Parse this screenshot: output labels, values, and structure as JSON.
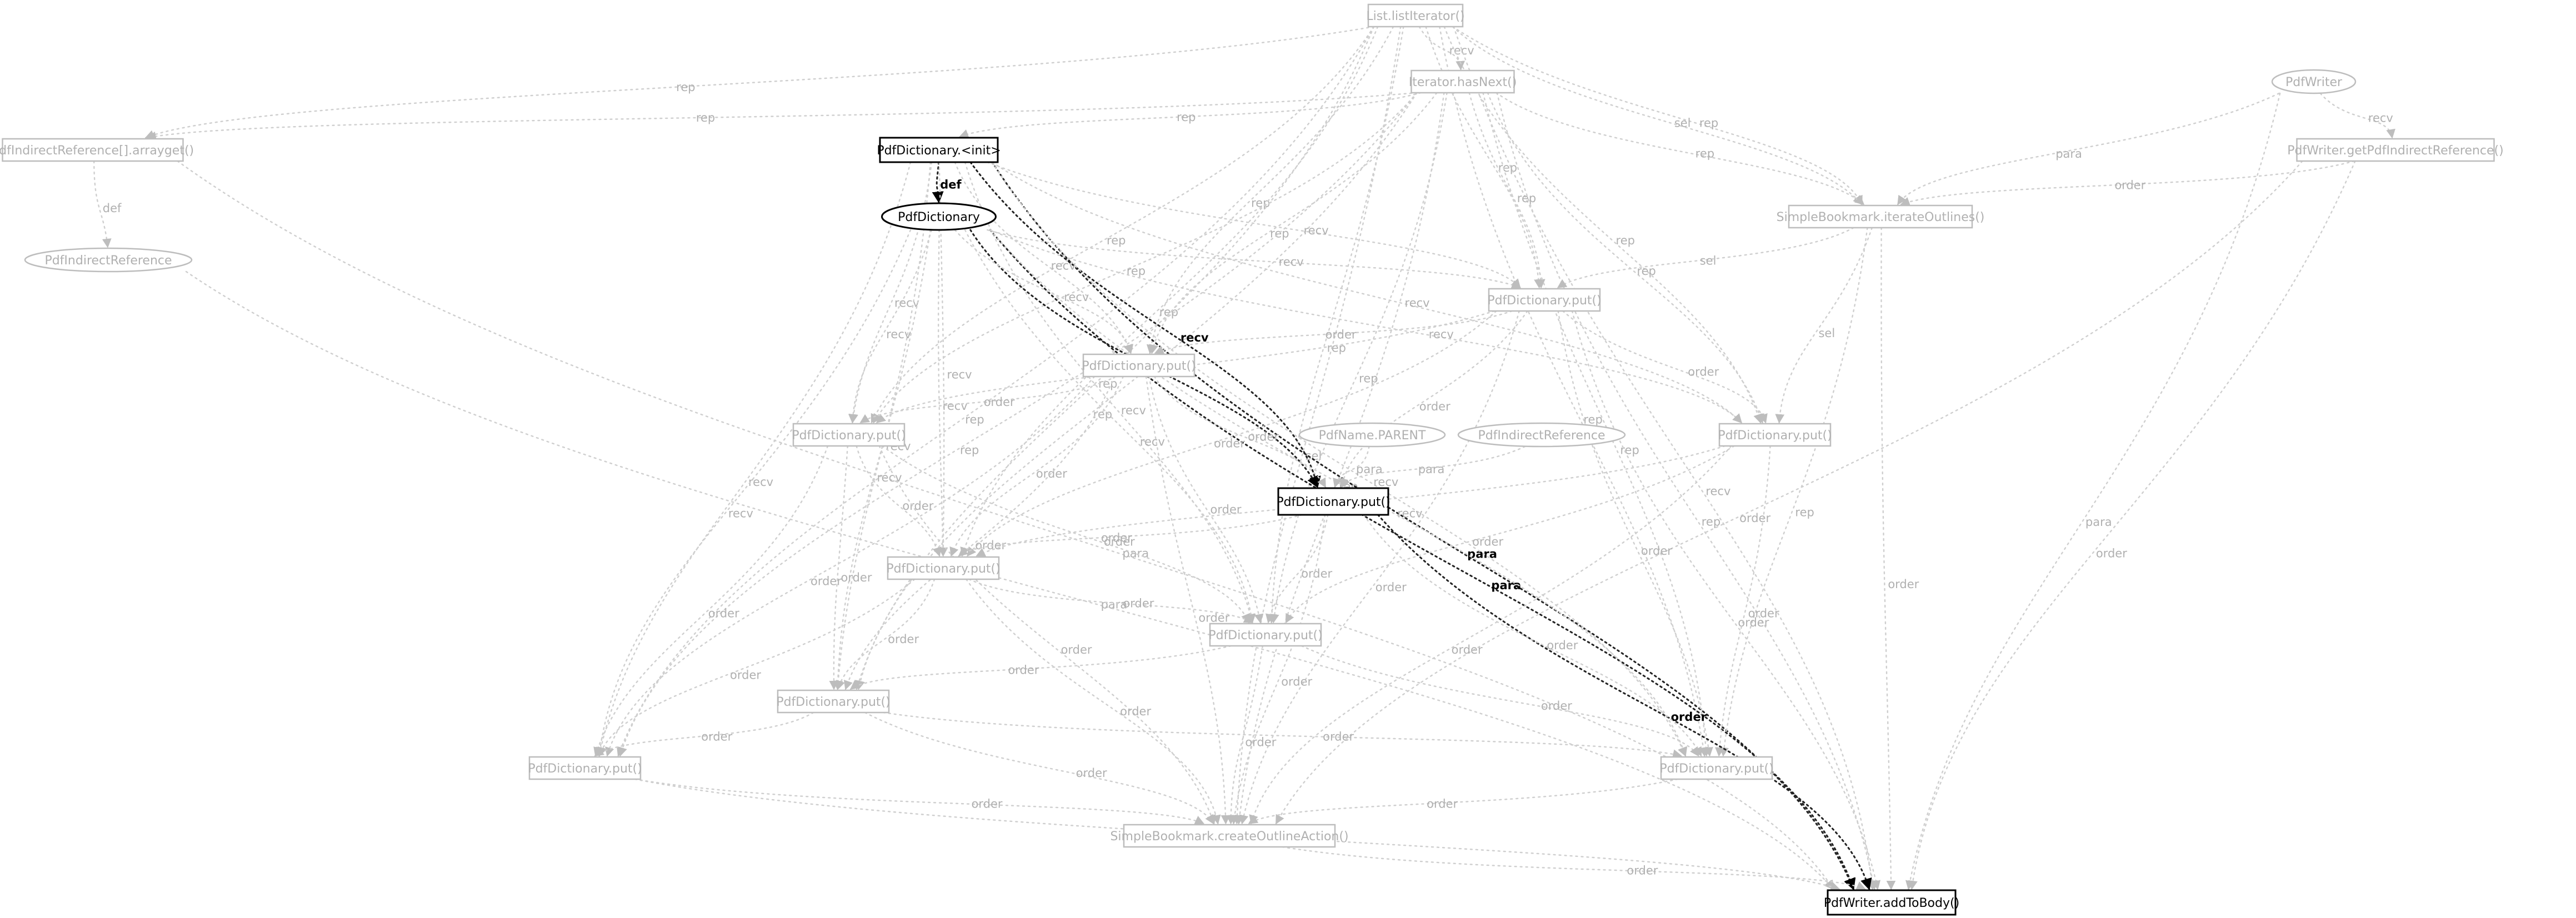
{
  "nodes": [
    {
      "id": "listIter",
      "label": "List.listIterator()",
      "shape": "box"
    },
    {
      "id": "iterHasNext",
      "label": "Iterator.hasNext()",
      "shape": "box"
    },
    {
      "id": "pdfWriter",
      "label": "PdfWriter",
      "shape": "ellipse"
    },
    {
      "id": "pirArray",
      "label": "PdfIndirectReference[].arrayget()",
      "shape": "box"
    },
    {
      "id": "pdInit",
      "label": "PdfDictionary.<init>",
      "shape": "box",
      "highlight": true
    },
    {
      "id": "getPIR",
      "label": "PdfWriter.getPdfIndirectReference()",
      "shape": "box"
    },
    {
      "id": "pirEllipse1",
      "label": "PdfIndirectReference",
      "shape": "ellipse"
    },
    {
      "id": "pdEllipse",
      "label": "PdfDictionary",
      "shape": "ellipse",
      "highlight": true
    },
    {
      "id": "sbIterate",
      "label": "SimpleBookmark.iterateOutlines()",
      "shape": "box"
    },
    {
      "id": "put1",
      "label": "PdfDictionary.put()",
      "shape": "box"
    },
    {
      "id": "put2",
      "label": "PdfDictionary.put()",
      "shape": "box"
    },
    {
      "id": "put3",
      "label": "PdfDictionary.put()",
      "shape": "box"
    },
    {
      "id": "put4",
      "label": "PdfDictionary.put()",
      "shape": "box"
    },
    {
      "id": "nameParent",
      "label": "PdfName.PARENT",
      "shape": "ellipse"
    },
    {
      "id": "pirEllipse2",
      "label": "PdfIndirectReference",
      "shape": "ellipse"
    },
    {
      "id": "putMain",
      "label": "PdfDictionary.put()",
      "shape": "box",
      "highlight": true
    },
    {
      "id": "put5",
      "label": "PdfDictionary.put()",
      "shape": "box"
    },
    {
      "id": "put6",
      "label": "PdfDictionary.put()",
      "shape": "box"
    },
    {
      "id": "put7",
      "label": "PdfDictionary.put()",
      "shape": "box"
    },
    {
      "id": "put8",
      "label": "PdfDictionary.put()",
      "shape": "box"
    },
    {
      "id": "put9",
      "label": "PdfDictionary.put()",
      "shape": "box"
    },
    {
      "id": "sbCreate",
      "label": "SimpleBookmark.createOutlineAction()",
      "shape": "box"
    },
    {
      "id": "addToBody",
      "label": "PdfWriter.addToBody()",
      "shape": "box",
      "highlight": true
    }
  ],
  "edges": [
    {
      "from": "listIter",
      "to": "iterHasNext",
      "label": "recv"
    },
    {
      "from": "listIter",
      "to": "pirArray",
      "label": "rep"
    },
    {
      "from": "listIter",
      "to": "sbIterate",
      "label": "rep"
    },
    {
      "from": "listIter",
      "to": "sbIterate",
      "label": "sel"
    },
    {
      "from": "listIter",
      "to": "put1",
      "label": "rep"
    },
    {
      "from": "listIter",
      "to": "put2",
      "label": "rep"
    },
    {
      "from": "listIter",
      "to": "put3",
      "label": "rep"
    },
    {
      "from": "listIter",
      "to": "put4",
      "label": "rep"
    },
    {
      "from": "listIter",
      "to": "put5",
      "label": "rep"
    },
    {
      "from": "listIter",
      "to": "put6",
      "label": "rep"
    },
    {
      "from": "listIter",
      "to": "put7",
      "label": "rep"
    },
    {
      "from": "listIter",
      "to": "put8",
      "label": "rep"
    },
    {
      "from": "listIter",
      "to": "put9",
      "label": "rep"
    },
    {
      "from": "listIter",
      "to": "sbCreate",
      "label": "sel"
    },
    {
      "from": "listIter",
      "to": "addToBody",
      "label": "recv"
    },
    {
      "from": "iterHasNext",
      "to": "pirArray",
      "label": "rep"
    },
    {
      "from": "iterHasNext",
      "to": "pdInit",
      "label": "rep"
    },
    {
      "from": "iterHasNext",
      "to": "sbIterate",
      "label": "rep"
    },
    {
      "from": "iterHasNext",
      "to": "put1",
      "label": "rep"
    },
    {
      "from": "iterHasNext",
      "to": "put2",
      "label": "rep"
    },
    {
      "from": "iterHasNext",
      "to": "put3",
      "label": "rep"
    },
    {
      "from": "iterHasNext",
      "to": "put4",
      "label": "rep"
    },
    {
      "from": "iterHasNext",
      "to": "put6",
      "label": "rep"
    },
    {
      "from": "iterHasNext",
      "to": "put7",
      "label": "rep"
    },
    {
      "from": "iterHasNext",
      "to": "put8",
      "label": "rep"
    },
    {
      "from": "iterHasNext",
      "to": "put9",
      "label": "rep"
    },
    {
      "from": "iterHasNext",
      "to": "sbCreate",
      "label": "rep"
    },
    {
      "from": "iterHasNext",
      "to": "addToBody",
      "label": "rep"
    },
    {
      "from": "pdfWriter",
      "to": "getPIR",
      "label": "recv"
    },
    {
      "from": "pdfWriter",
      "to": "sbIterate",
      "label": "para"
    },
    {
      "from": "pdfWriter",
      "to": "addToBody",
      "label": "para"
    },
    {
      "from": "pirArray",
      "to": "pirEllipse1",
      "label": "def"
    },
    {
      "from": "pirArray",
      "to": "addToBody",
      "label": "para"
    },
    {
      "from": "pirEllipse1",
      "to": "addToBody",
      "label": "para"
    },
    {
      "from": "getPIR",
      "to": "sbIterate",
      "label": "order"
    },
    {
      "from": "getPIR",
      "to": "addToBody",
      "label": "order"
    },
    {
      "from": "getPIR",
      "to": "sbCreate",
      "label": "order"
    },
    {
      "from": "pdInit",
      "to": "pdEllipse",
      "label": "def",
      "highlight": true
    },
    {
      "from": "pdInit",
      "to": "putMain",
      "label": "recv",
      "highlight": true
    },
    {
      "from": "pdInit",
      "to": "addToBody",
      "label": "para",
      "highlight": true
    },
    {
      "from": "pdInit",
      "to": "put1",
      "label": "recv"
    },
    {
      "from": "pdInit",
      "to": "put2",
      "label": "recv"
    },
    {
      "from": "pdInit",
      "to": "put3",
      "label": "recv"
    },
    {
      "from": "pdInit",
      "to": "put4",
      "label": "recv"
    },
    {
      "from": "pdInit",
      "to": "put5",
      "label": "recv"
    },
    {
      "from": "pdInit",
      "to": "put6",
      "label": "recv"
    },
    {
      "from": "pdInit",
      "to": "put7",
      "label": "recv"
    },
    {
      "from": "pdInit",
      "to": "put8",
      "label": "recv"
    },
    {
      "from": "pdInit",
      "to": "put9",
      "label": "recv"
    },
    {
      "from": "pdEllipse",
      "to": "putMain",
      "label": "recv",
      "highlight": true
    },
    {
      "from": "pdEllipse",
      "to": "addToBody",
      "label": "para",
      "highlight": true
    },
    {
      "from": "pdEllipse",
      "to": "put1",
      "label": "recv"
    },
    {
      "from": "pdEllipse",
      "to": "put2",
      "label": "recv"
    },
    {
      "from": "pdEllipse",
      "to": "put3",
      "label": "recv"
    },
    {
      "from": "pdEllipse",
      "to": "put4",
      "label": "recv"
    },
    {
      "from": "pdEllipse",
      "to": "put5",
      "label": "recv"
    },
    {
      "from": "pdEllipse",
      "to": "put6",
      "label": "recv"
    },
    {
      "from": "pdEllipse",
      "to": "put7",
      "label": "recv"
    },
    {
      "from": "pdEllipse",
      "to": "put8",
      "label": "recv"
    },
    {
      "from": "pdEllipse",
      "to": "put9",
      "label": "recv"
    },
    {
      "from": "sbIterate",
      "to": "put1",
      "label": "sel"
    },
    {
      "from": "sbIterate",
      "to": "put4",
      "label": "sel"
    },
    {
      "from": "sbIterate",
      "to": "put8",
      "label": "rep"
    },
    {
      "from": "sbIterate",
      "to": "addToBody",
      "label": "order"
    },
    {
      "from": "put1",
      "to": "put2",
      "label": "order"
    },
    {
      "from": "put1",
      "to": "put3",
      "label": "order"
    },
    {
      "from": "put1",
      "to": "put4",
      "label": "order"
    },
    {
      "from": "put1",
      "to": "putMain",
      "label": "order"
    },
    {
      "from": "put1",
      "to": "put5",
      "label": "order"
    },
    {
      "from": "put1",
      "to": "put8",
      "label": "order"
    },
    {
      "from": "put1",
      "to": "sbCreate",
      "label": "order"
    },
    {
      "from": "put1",
      "to": "addToBody",
      "label": "order"
    },
    {
      "from": "put2",
      "to": "put3",
      "label": "order"
    },
    {
      "from": "put2",
      "to": "putMain",
      "label": "order"
    },
    {
      "from": "put2",
      "to": "put5",
      "label": "order"
    },
    {
      "from": "put2",
      "to": "put6",
      "label": "order"
    },
    {
      "from": "put2",
      "to": "put7",
      "label": "order"
    },
    {
      "from": "put2",
      "to": "put9",
      "label": "order"
    },
    {
      "from": "put2",
      "to": "sbCreate",
      "label": "order"
    },
    {
      "from": "put3",
      "to": "put5",
      "label": "order"
    },
    {
      "from": "put3",
      "to": "put6",
      "label": "order"
    },
    {
      "from": "put3",
      "to": "put7",
      "label": "order"
    },
    {
      "from": "put3",
      "to": "put9",
      "label": "order"
    },
    {
      "from": "put3",
      "to": "sbCreate",
      "label": "order"
    },
    {
      "from": "put4",
      "to": "put5",
      "label": "order"
    },
    {
      "from": "put4",
      "to": "put6",
      "label": "order"
    },
    {
      "from": "put4",
      "to": "put8",
      "label": "order"
    },
    {
      "from": "put4",
      "to": "sbCreate",
      "label": "order"
    },
    {
      "from": "nameParent",
      "to": "putMain",
      "label": "para"
    },
    {
      "from": "pirEllipse2",
      "to": "putMain",
      "label": "para"
    },
    {
      "from": "putMain",
      "to": "addToBody",
      "label": "order",
      "highlight": true
    },
    {
      "from": "putMain",
      "to": "put5",
      "label": "order"
    },
    {
      "from": "putMain",
      "to": "put6",
      "label": "order"
    },
    {
      "from": "putMain",
      "to": "put8",
      "label": "order"
    },
    {
      "from": "putMain",
      "to": "sbCreate",
      "label": "order"
    },
    {
      "from": "put5",
      "to": "put6",
      "label": "order"
    },
    {
      "from": "put5",
      "to": "put7",
      "label": "order"
    },
    {
      "from": "put5",
      "to": "put9",
      "label": "order"
    },
    {
      "from": "put5",
      "to": "sbCreate",
      "label": "order"
    },
    {
      "from": "put6",
      "to": "put7",
      "label": "order"
    },
    {
      "from": "put6",
      "to": "put8",
      "label": "order"
    },
    {
      "from": "put6",
      "to": "sbCreate",
      "label": "order"
    },
    {
      "from": "put7",
      "to": "put9",
      "label": "order"
    },
    {
      "from": "put7",
      "to": "put8",
      "label": "order"
    },
    {
      "from": "put7",
      "to": "sbCreate",
      "label": "order"
    },
    {
      "from": "put8",
      "to": "sbCreate",
      "label": "order"
    },
    {
      "from": "put9",
      "to": "sbCreate",
      "label": "order"
    },
    {
      "from": "put9",
      "to": "addToBody",
      "label": "order"
    },
    {
      "from": "sbCreate",
      "to": "addToBody",
      "label": "order"
    }
  ]
}
